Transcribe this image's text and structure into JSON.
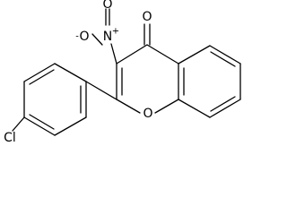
{
  "molecule": {
    "atoms": {
      "nitro_oxygen_minus": "O",
      "nitro_oxygen_minus_charge": "-",
      "nitro_nitrogen": "N",
      "nitro_nitrogen_charge": "+",
      "nitro_oxygen_double": "O",
      "carbonyl_oxygen": "O",
      "ring_oxygen": "O",
      "chlorine": "Cl"
    },
    "colors": {
      "bond": "#000000",
      "label": "#000000",
      "background": "#ffffff"
    }
  }
}
